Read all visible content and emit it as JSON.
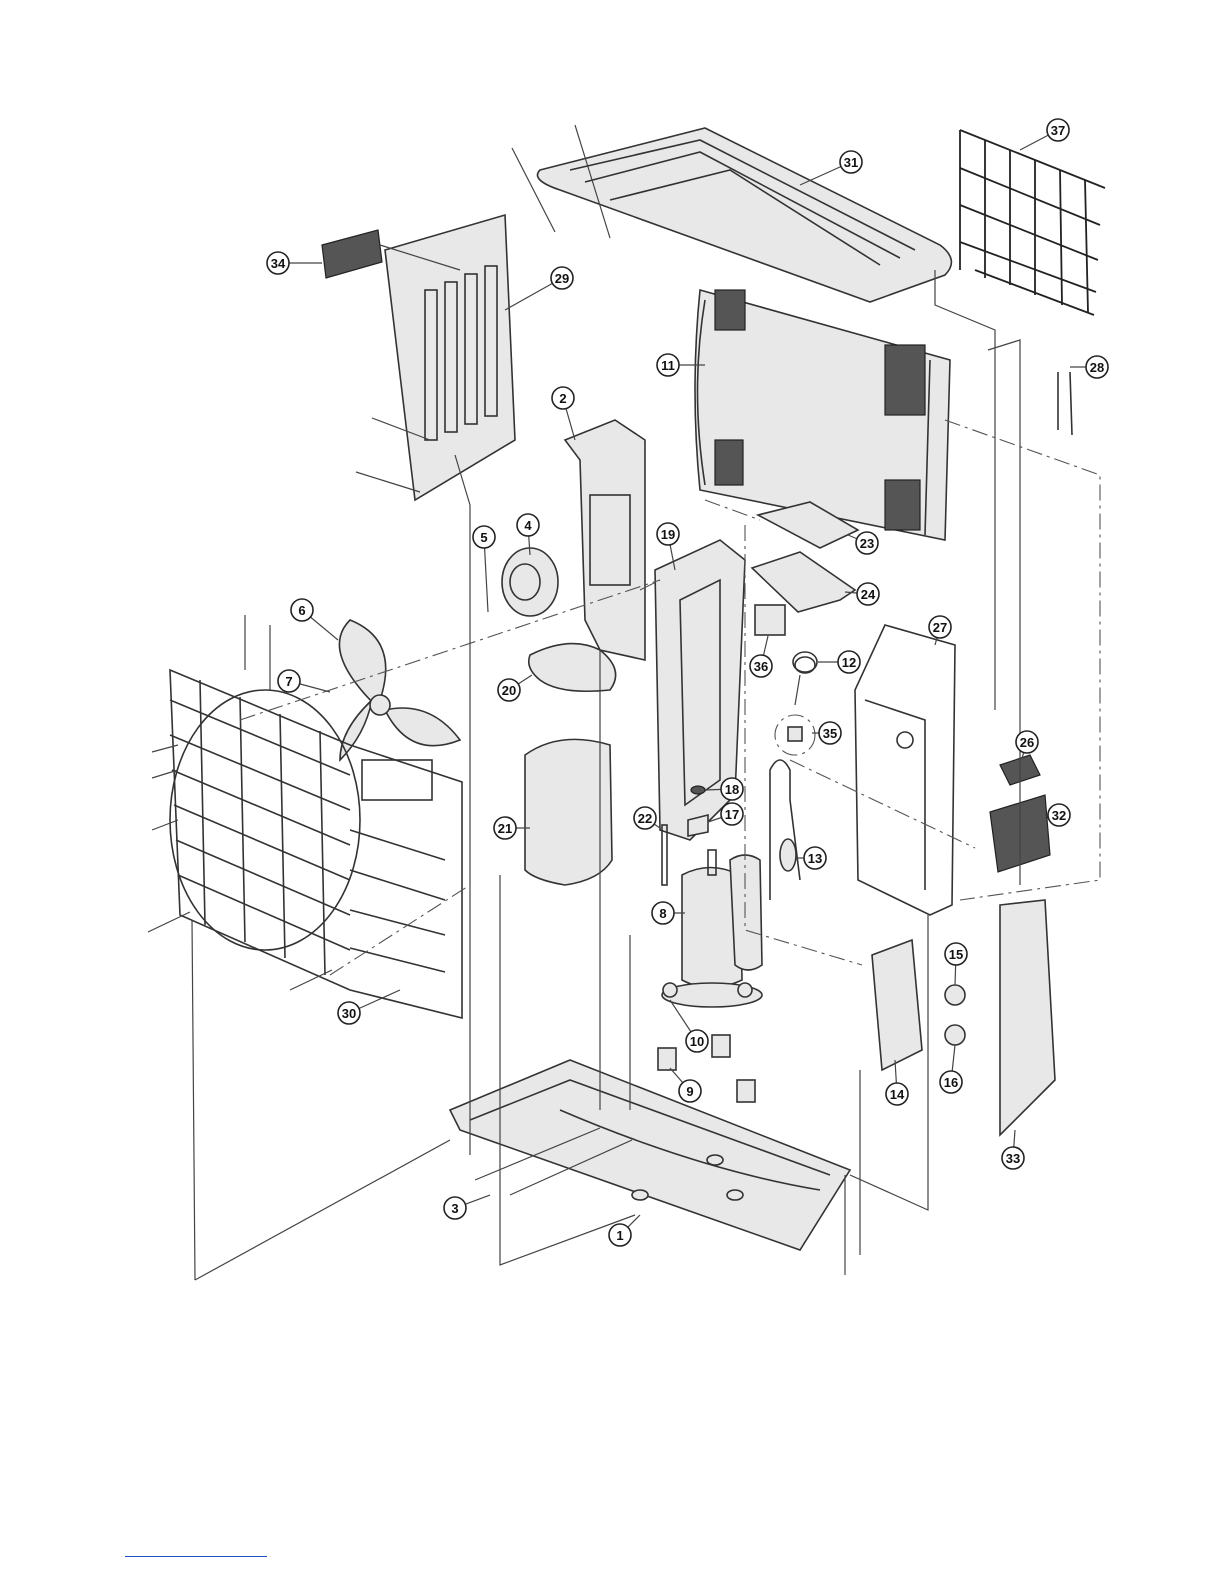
{
  "callouts": [
    {
      "label": "1"
    },
    {
      "label": "2"
    },
    {
      "label": "3"
    },
    {
      "label": "4"
    },
    {
      "label": "5"
    },
    {
      "label": "6"
    },
    {
      "label": "7"
    },
    {
      "label": "8"
    },
    {
      "label": "9"
    },
    {
      "label": "10"
    },
    {
      "label": "11"
    },
    {
      "label": "12"
    },
    {
      "label": "13"
    },
    {
      "label": "14"
    },
    {
      "label": "15"
    },
    {
      "label": "16"
    },
    {
      "label": "17"
    },
    {
      "label": "18"
    },
    {
      "label": "19"
    },
    {
      "label": "20"
    },
    {
      "label": "21"
    },
    {
      "label": "22"
    },
    {
      "label": "23"
    },
    {
      "label": "24"
    },
    {
      "label": "26"
    },
    {
      "label": "27"
    },
    {
      "label": "28"
    },
    {
      "label": "29"
    },
    {
      "label": "30"
    },
    {
      "label": "31"
    },
    {
      "label": "32"
    },
    {
      "label": "33"
    },
    {
      "label": "34"
    },
    {
      "label": "35"
    },
    {
      "label": "36"
    },
    {
      "label": "37"
    }
  ],
  "colors": {
    "line": "#333333",
    "footnote_rule": "#1f4fbf"
  }
}
